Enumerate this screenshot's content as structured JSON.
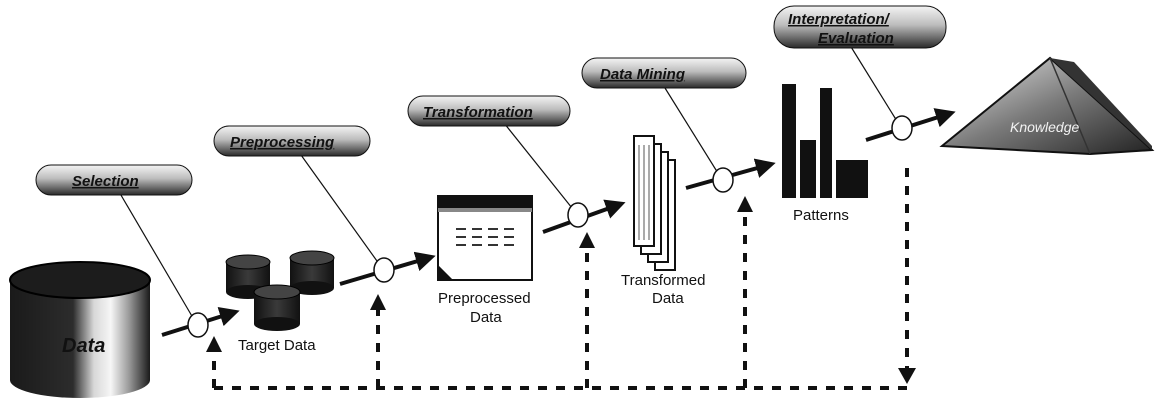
{
  "stages": {
    "selection": "Selection",
    "preprocessing": "Preprocessing",
    "transformation": "Transformation",
    "data_mining": "Data Mining",
    "interpretation_line1": "Interpretation/",
    "interpretation_line2": "Evaluation"
  },
  "artifacts": {
    "data": "Data",
    "target_data": "Target Data",
    "preprocessed_line1": "Preprocessed",
    "preprocessed_line2": "Data",
    "transformed_line1": "Transformed",
    "transformed_line2": "Data",
    "patterns": "Patterns",
    "knowledge": "Knowledge"
  },
  "colors": {
    "ink": "#111111",
    "pill_top": "#f4f4f4",
    "pill_bottom": "#2a2a2a"
  }
}
